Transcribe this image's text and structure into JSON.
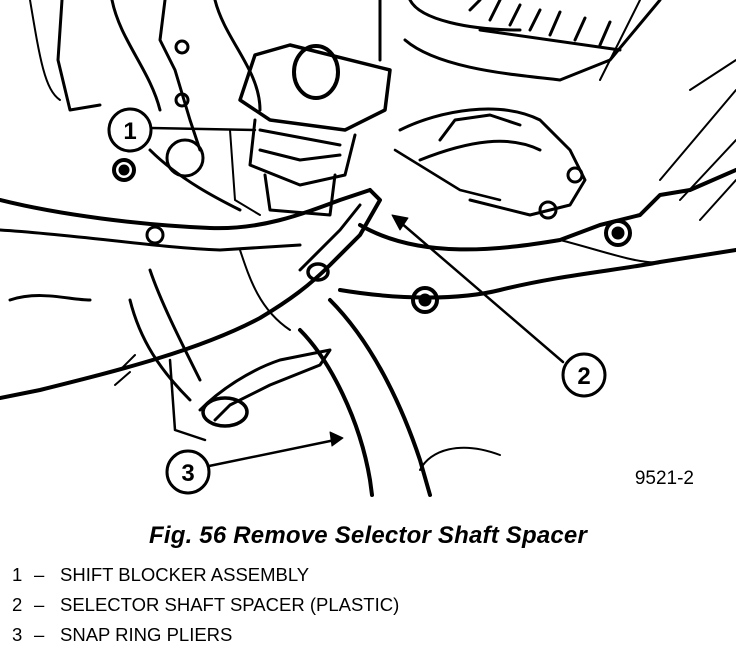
{
  "figure": {
    "number_label": "9521-2",
    "caption": "Fig. 56 Remove Selector Shaft Spacer"
  },
  "callouts": [
    {
      "number": "1",
      "label": "SHIFT BLOCKER ASSEMBLY"
    },
    {
      "number": "2",
      "label": "SELECTOR SHAFT SPACER (PLASTIC)"
    },
    {
      "number": "3",
      "label": "SNAP RING PLIERS"
    }
  ],
  "legend_separator": "–",
  "colors": {
    "ink": "#000000",
    "paper": "#ffffff"
  }
}
